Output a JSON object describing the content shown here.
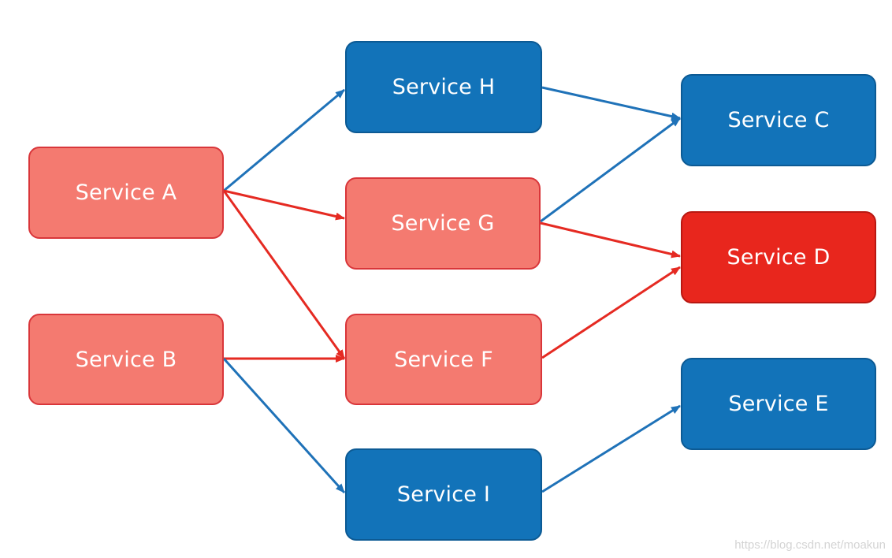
{
  "nodes": {
    "a": {
      "label": "Service A",
      "color": "#f47a70"
    },
    "b": {
      "label": "Service B",
      "color": "#f47a70"
    },
    "c": {
      "label": "Service C",
      "color": "#1273b9"
    },
    "d": {
      "label": "Service D",
      "color": "#e8261d"
    },
    "e": {
      "label": "Service E",
      "color": "#1273b9"
    },
    "f": {
      "label": "Service F",
      "color": "#f47a70"
    },
    "g": {
      "label": "Service G",
      "color": "#f47a70"
    },
    "h": {
      "label": "Service H",
      "color": "#1273b9"
    },
    "i": {
      "label": "Service I",
      "color": "#1273b9"
    }
  },
  "edges": [
    {
      "from": "Service A",
      "to": "Service H",
      "color": "#1f72b8"
    },
    {
      "from": "Service A",
      "to": "Service G",
      "color": "#e52a22"
    },
    {
      "from": "Service A",
      "to": "Service F",
      "color": "#e52a22"
    },
    {
      "from": "Service B",
      "to": "Service F",
      "color": "#e52a22"
    },
    {
      "from": "Service B",
      "to": "Service I",
      "color": "#1f72b8"
    },
    {
      "from": "Service H",
      "to": "Service C",
      "color": "#1f72b8"
    },
    {
      "from": "Service G",
      "to": "Service C",
      "color": "#1f72b8"
    },
    {
      "from": "Service G",
      "to": "Service D",
      "color": "#e52a22"
    },
    {
      "from": "Service F",
      "to": "Service D",
      "color": "#e52a22"
    },
    {
      "from": "Service I",
      "to": "Service E",
      "color": "#1f72b8"
    }
  ],
  "watermark": "https://blog.csdn.net/moakun"
}
